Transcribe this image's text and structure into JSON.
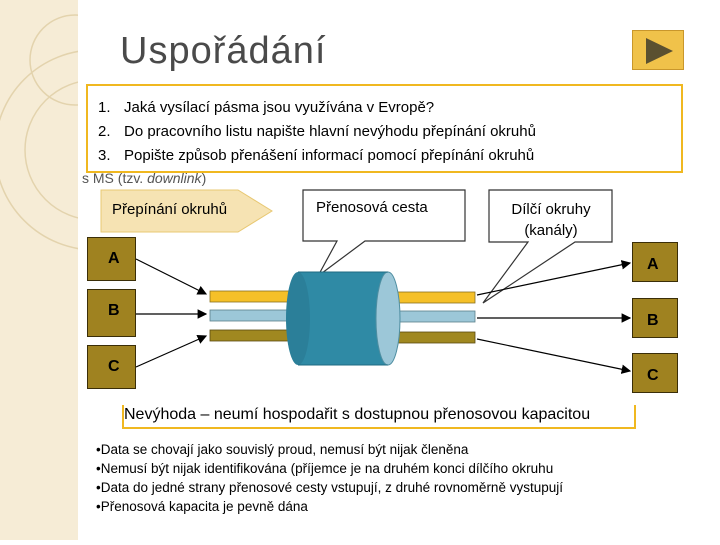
{
  "slide": {
    "title": "Uspořádání",
    "questions": [
      {
        "num": "1.",
        "text": "Jaká vysílací pásma jsou využívána v Evropě?"
      },
      {
        "num": "2.",
        "text": "Do pracovního listu napište hlavní nevýhodu přepínání okruhů"
      },
      {
        "num": "3.",
        "text": "Popište způsob přenášení informací pomocí přepínání okruhů"
      }
    ],
    "hidden_text_prefix": "s MS (tzv. ",
    "hidden_text_italic": "downlink",
    "hidden_text_suffix": ")",
    "prepinani_label": "Přepínání okruhů",
    "cesta_label": "Přenosová cesta",
    "dilci_label_line1": "Dílčí okruhy",
    "dilci_label_line2": "(kanály)",
    "left_boxes": [
      "A",
      "B",
      "C"
    ],
    "right_boxes": [
      "A",
      "B",
      "C"
    ],
    "nevyhoda": "Nevýhoda – neumí hospodařit s dostupnou přenosovou kapacitou",
    "bullets": [
      "•Data se chovají jako  souvislý proud, nemusí být nijak členěna",
      "•Nemusí být nijak identifikována (příjemce je na druhém konci dílčího okruhu",
      "•Data do jedné strany přenosové cesty vstupují, z druhé rovnoměrně vystupují",
      "•Přenosová kapacita je pevně dána"
    ]
  },
  "colors": {
    "accent_yellow": "#f0b820",
    "box_fill": "#9f8220",
    "cable_blue": "#2f8aa5",
    "wire_yellow": "#f5c028",
    "wire_blue": "#9cc7d8",
    "wire_olive": "#a08820"
  },
  "icons": {
    "play": "play-icon"
  }
}
